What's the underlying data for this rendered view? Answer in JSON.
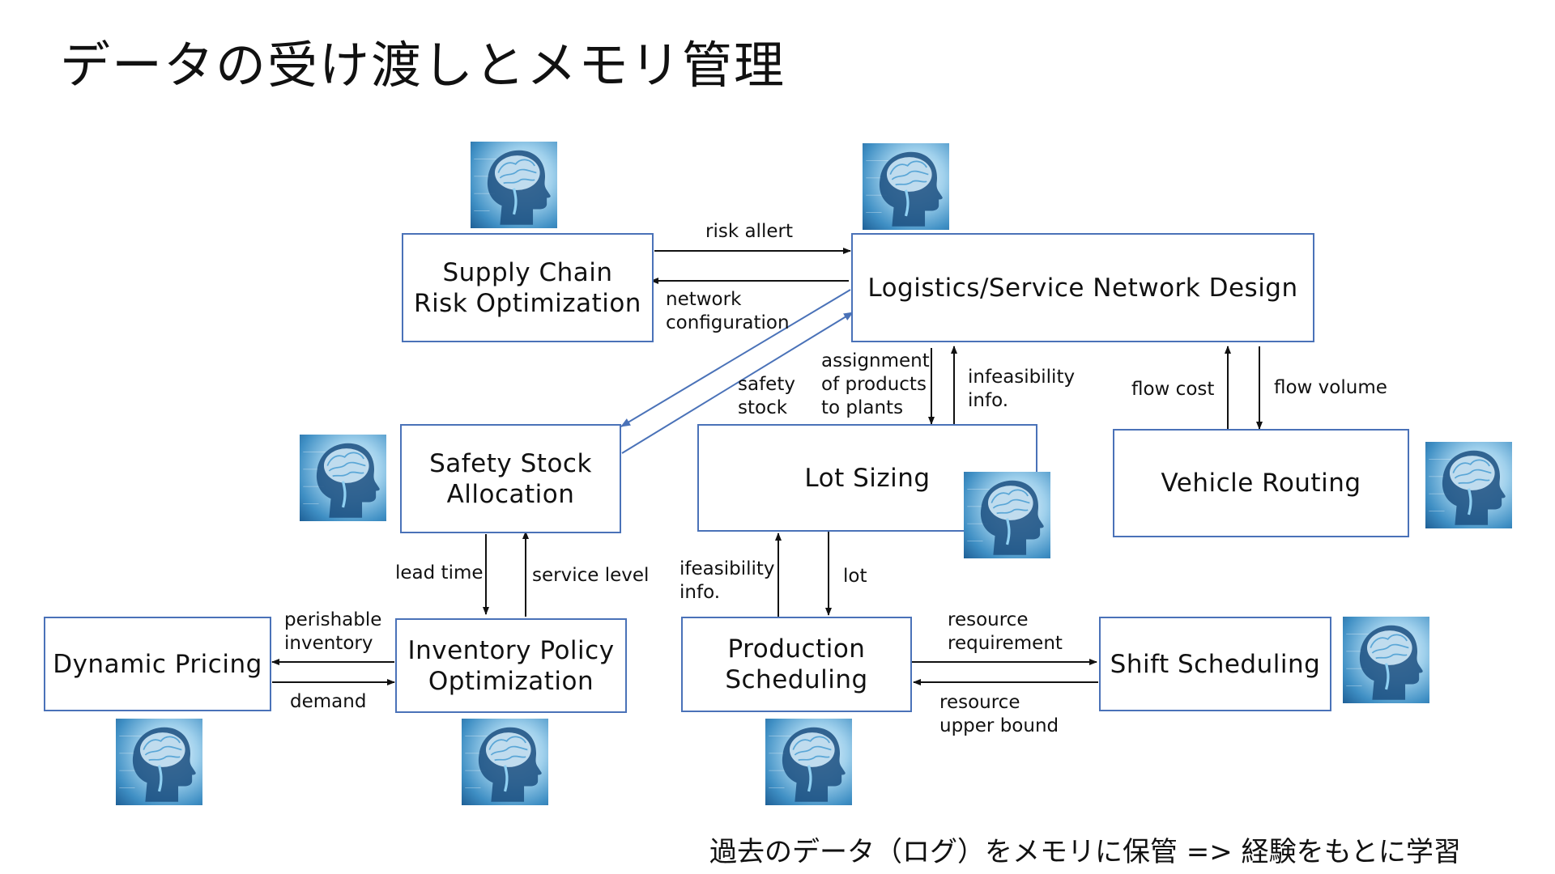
{
  "title": "データの受け渡しとメモリ管理",
  "footer": "過去のデータ（ログ）をメモリに保管 => 経験をもとに学習",
  "nodes": {
    "supply_chain_risk": "Supply Chain\nRisk Optimization",
    "network_design": "Logistics/Service Network Design",
    "safety_stock": "Safety Stock\nAllocation",
    "lot_sizing": "Lot Sizing",
    "vehicle_routing": "Vehicle Routing",
    "dynamic_pricing": "Dynamic Pricing",
    "inventory_policy": "Inventory Policy\nOptimization",
    "production_scheduling": "Production\nScheduling",
    "shift_scheduling": "Shift Scheduling"
  },
  "edges": {
    "risk_allert": "risk allert",
    "network_configuration": "network\nconfiguration",
    "safety_stock": "safety\nstock",
    "assignment": "assignment\nof products\nto plants",
    "infeasibility_info": "infeasibility\ninfo.",
    "flow_cost": "flow cost",
    "flow_volume": "flow volume",
    "lead_time": "lead time",
    "service_level": "service level",
    "ifeasibility_info": "ifeasibility\ninfo.",
    "lot": "lot",
    "perishable_inventory": "perishable\ninventory",
    "demand": "demand",
    "resource_requirement": "resource\nrequirement",
    "resource_upper_bound": "resource\nupper bound"
  },
  "icon": "brain-ai-head-icon",
  "colors": {
    "box_border": "#4a72b8",
    "arrow": "#111111",
    "blue_arrow": "#4a72b8"
  }
}
